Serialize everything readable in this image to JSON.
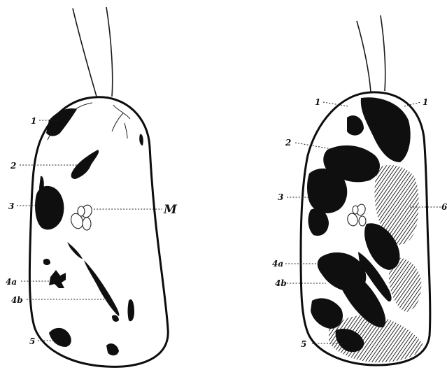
{
  "figure": {
    "left_cell": {
      "labels": {
        "l1": "1",
        "l2": "2",
        "l3": "3",
        "l4a": "4a",
        "l4b": "4b",
        "l5": "5",
        "lM": "M"
      }
    },
    "right_cell": {
      "labels": {
        "l1": "1",
        "l1b": "1",
        "l2": "2",
        "l3": "3",
        "l4a": "4a",
        "l4b": "4b",
        "l5": "5",
        "l6": "6"
      }
    }
  }
}
